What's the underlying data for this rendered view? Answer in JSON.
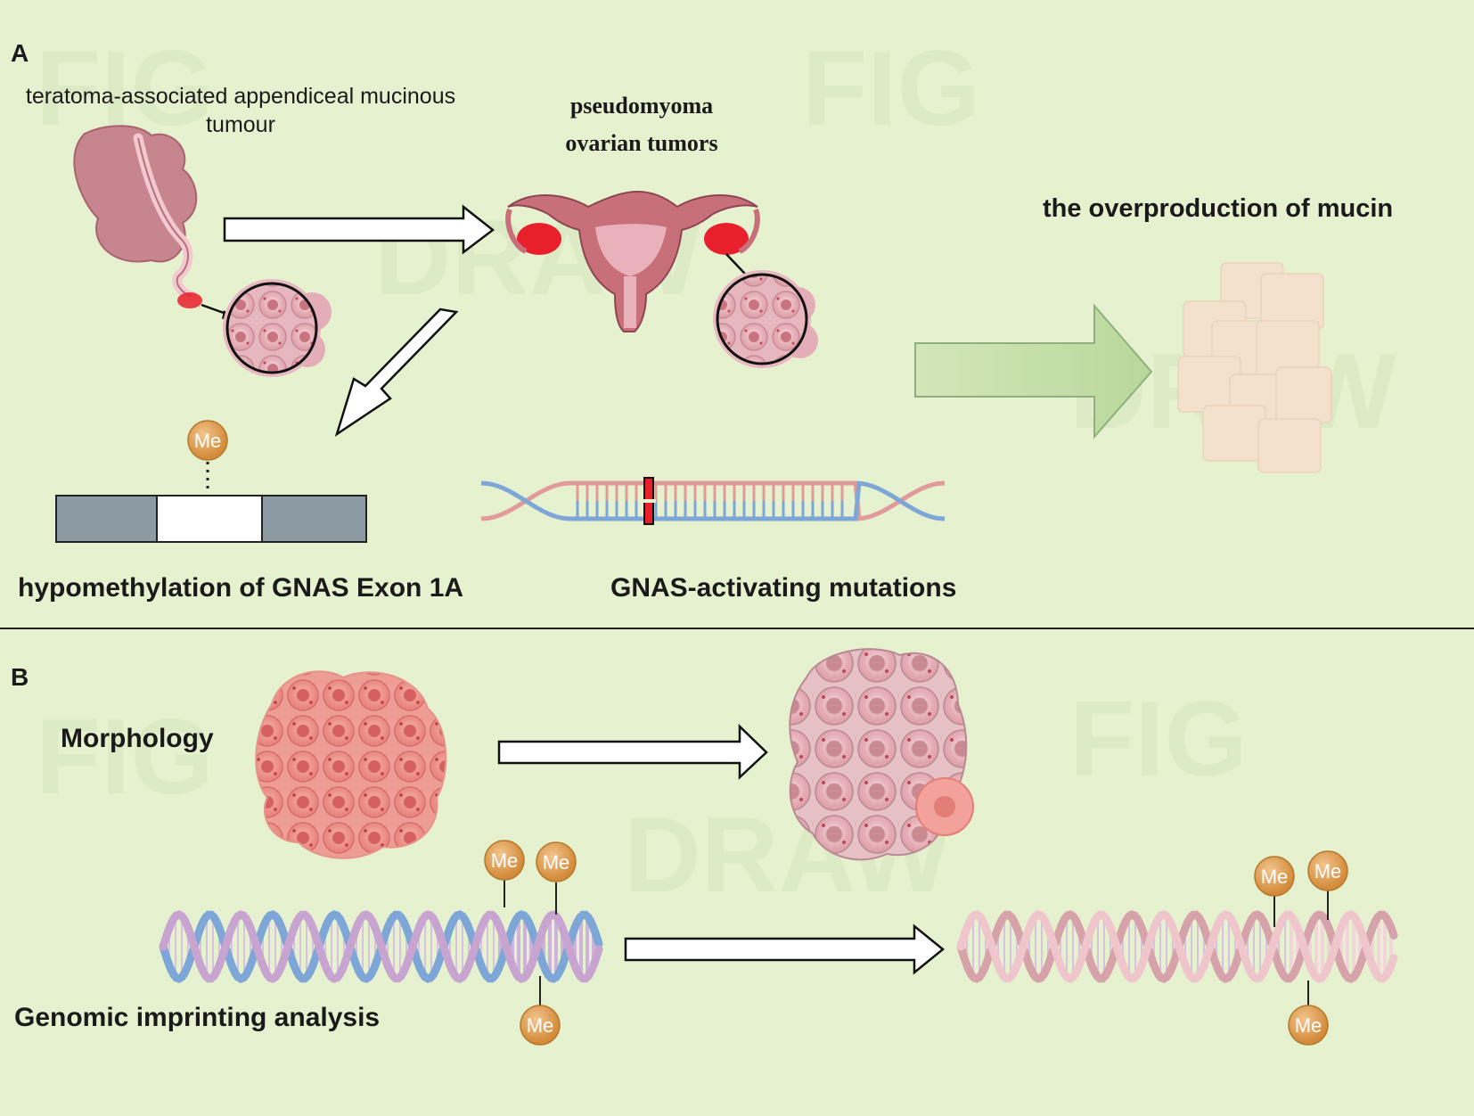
{
  "panel_a": {
    "letter": "A",
    "teratoma_title": "teratoma-associated appendiceal mucinous tumour",
    "pseudomyoma_title_line1": "pseudomyoma",
    "pseudomyoma_title_line2": "ovarian tumors",
    "mucin_title": "the overproduction of mucin",
    "hypomethylation_label": "hypomethylation of GNAS Exon 1A",
    "gnas_label": "GNAS-activating mutations",
    "methyl_marker": "Me"
  },
  "panel_b": {
    "letter": "B",
    "morphology_label": "Morphology",
    "genomic_label": "Genomic imprinting analysis",
    "methyl_marker": "Me"
  },
  "colors": {
    "background": "#e6f2cf",
    "tumour_pink": "#c9848f",
    "ovary_red": "#e8202c",
    "methyl_orange": "#e0a25b",
    "gene_bar_gray": "#8c9aa3",
    "dna_blue": "#7ea7d8",
    "dna_pink": "#e39a9a",
    "big_arrow_green": "#c3dea4",
    "mucin_beige": "#f3dfcb"
  }
}
